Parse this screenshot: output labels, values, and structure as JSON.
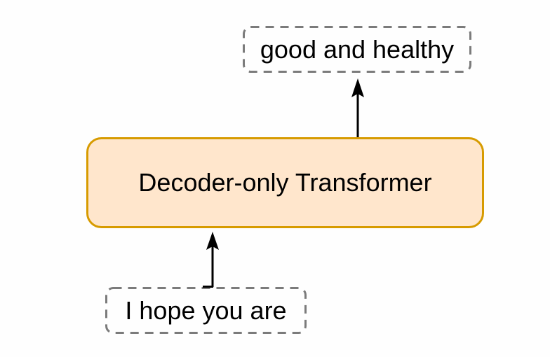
{
  "diagram": {
    "output_box": {
      "label": "good and healthy"
    },
    "model_box": {
      "label": "Decoder-only Transformer"
    },
    "input_box": {
      "label": "I hope you are"
    },
    "arrows": [
      {
        "name": "input-to-model",
        "direction": "up"
      },
      {
        "name": "model-to-output",
        "direction": "up"
      }
    ]
  },
  "colors": {
    "model_box_fill": "#FFE6CC",
    "model_box_border": "#D79B00",
    "token_box_border": "#7B7B7B",
    "arrow": "#000000",
    "text": "#000000",
    "background": "#FEFEFE"
  }
}
